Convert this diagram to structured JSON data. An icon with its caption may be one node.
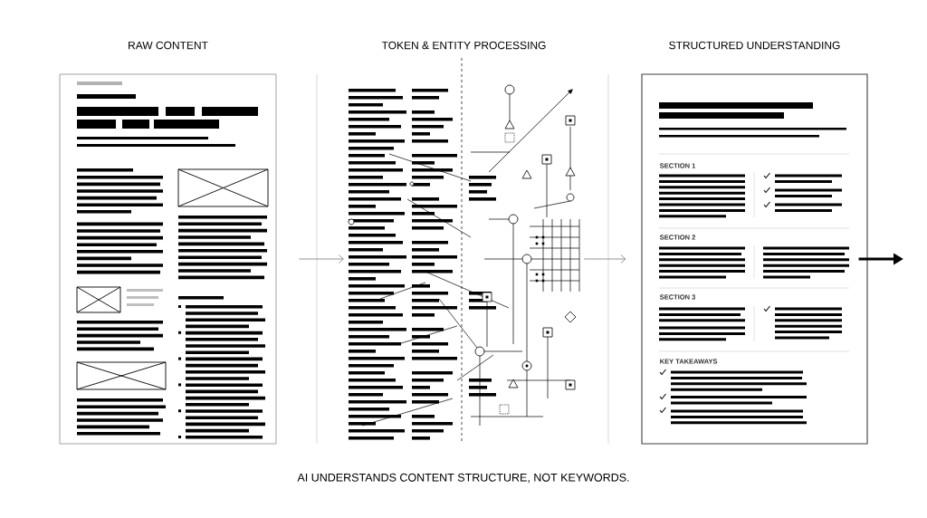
{
  "diagram": {
    "caption": "AI UNDERSTANDS CONTENT STRUCTURE, NOT KEYWORDS.",
    "nodes": [
      {
        "text": [
          "RAW CONTENT"
        ]
      },
      {
        "text": [
          "TOKEN & ENTITY PROCESSING"
        ]
      },
      {
        "text": [
          "STRUCTURED UNDERSTANDING"
        ]
      }
    ],
    "edges": [
      {
        "from": 0,
        "to": 1,
        "arrow": "to"
      },
      {
        "from": 1,
        "to": 2,
        "arrow": "to"
      },
      {
        "from": 2,
        "to": null,
        "arrow": "to",
        "style": "thick",
        "color": "#000000"
      }
    ],
    "labels": [
      "SECTION 1",
      "SECTION 2",
      "SECTION 3",
      "KEY TAKEAWAYS"
    ]
  }
}
